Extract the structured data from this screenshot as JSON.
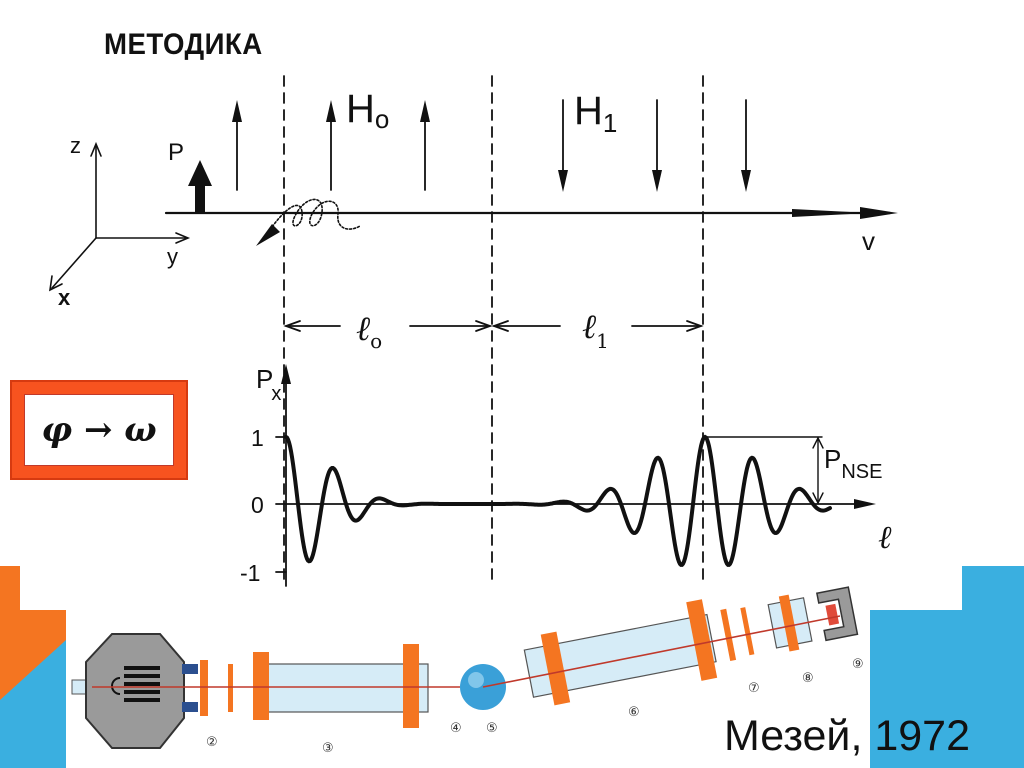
{
  "slide": {
    "title": "МЕТОДИКА",
    "formula": "φ → ω",
    "citation": "Мезей, 1972"
  },
  "diagram": {
    "field_labels": {
      "h0": "H",
      "h0_sub": "o",
      "h1": "H",
      "h1_sub": "1"
    },
    "axis_labels": {
      "z": "z",
      "y": "y",
      "x": "x"
    },
    "polarization_label": "P",
    "velocity_label": "v",
    "length_labels": {
      "l0": "ℓ",
      "l0_sub": "o",
      "l1": "ℓ",
      "l1_sub": "1"
    },
    "plot": {
      "ylabel": "P",
      "ylabel_sub": "x",
      "xlabel": "ℓ",
      "yticks": [
        "1",
        "0",
        "-1"
      ],
      "pnse_label": "P",
      "pnse_sub": "NSE"
    }
  },
  "instrument": {
    "component_numbers": [
      "②",
      "③",
      "④",
      "⑤",
      "⑥",
      "⑦",
      "⑧",
      "⑨"
    ]
  },
  "colors": {
    "accent_orange": "#f47521",
    "accent_blue": "#3aafe0",
    "beam_red": "#c0392b",
    "tube_fill": "#d6ecf7",
    "housing_gray": "#9a9a9a",
    "sample_blue": "#3aa0d8"
  }
}
